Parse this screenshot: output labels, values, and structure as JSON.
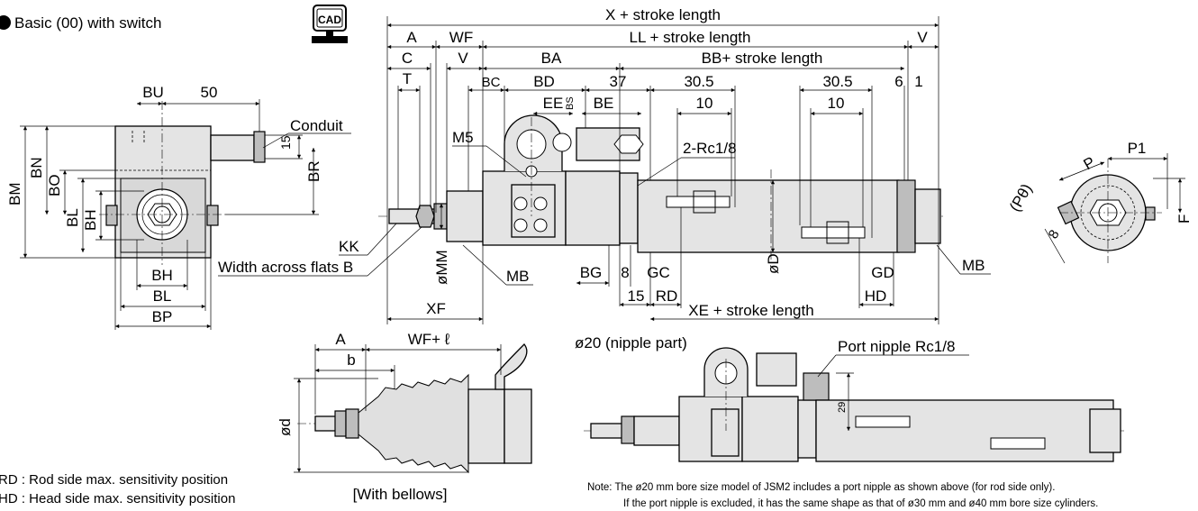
{
  "heading": "Basic (00) with switch",
  "cad_icon_label": "CAD",
  "dims": {
    "x_stroke": "X + stroke length",
    "ll_stroke": "LL + stroke length",
    "bb_stroke": "BB+ stroke length",
    "xe_stroke": "XE + stroke length",
    "a": "A",
    "wf": "WF",
    "v": "V",
    "c": "C",
    "t": "T",
    "ba": "BA",
    "bc": "BC",
    "bd": "BD",
    "n37": "37",
    "n30_5": "30.5",
    "n6": "6",
    "n1": "1",
    "n10": "10",
    "ee": "EE",
    "bs": "BS",
    "be": "BE",
    "m5": "M5",
    "rc": "2-Rc1/8",
    "kk": "KK",
    "flats": "Width across flats B",
    "mm": "øMM",
    "mb": "MB",
    "bg": "BG",
    "n8": "8",
    "gc": "GC",
    "n15": "15",
    "rd": "RD",
    "od": "øD",
    "gd": "GD",
    "hd": "HD",
    "xf": "XF",
    "bu": "BU",
    "n50": "50",
    "conduit": "Conduit",
    "br": "BR",
    "bm": "BM",
    "bn": "BN",
    "bo": "BO",
    "bl": "BL",
    "bh": "BH",
    "bp": "BP",
    "p": "P",
    "p1": "P1",
    "ptheta": "(Pθ)",
    "f": "F",
    "wfl": "WF+ ℓ",
    "b": "b",
    "d": "ød",
    "n29": "29",
    "nipple_port": "Port nipple Rc1/8",
    "nipple_part": "ø20 (nipple part)"
  },
  "captions": {
    "bellows": "[With bellows]",
    "rd_note": "RD : Rod side max. sensitivity position",
    "hd_note": "HD : Head side max. sensitivity position",
    "note1": "Note: The ø20 mm bore size model of JSM2 includes a port nipple as shown above (for rod side only).",
    "note2": "If the port nipple is excluded, it has the same shape as that of ø30 mm and ø40 mm bore size cylinders."
  }
}
